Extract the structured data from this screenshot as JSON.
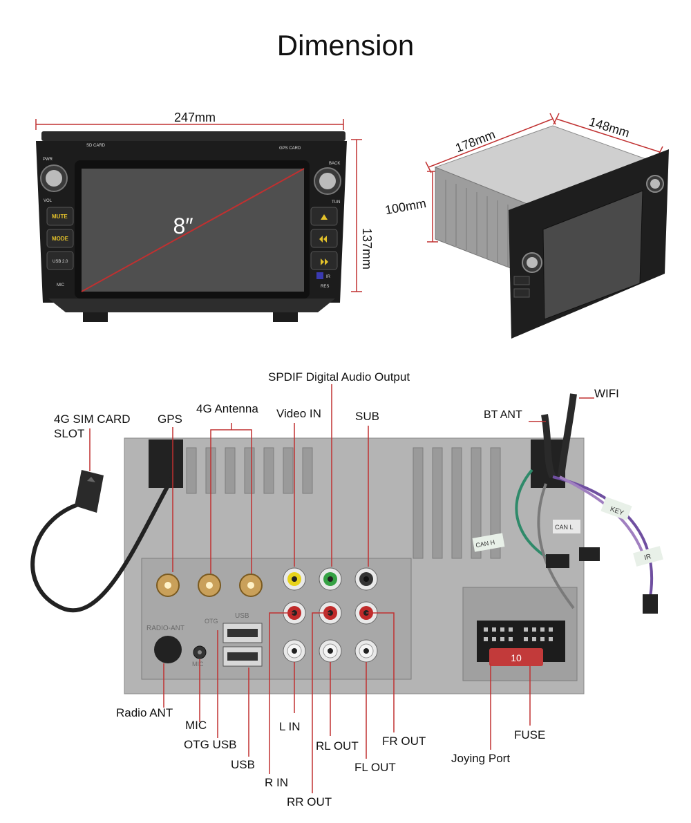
{
  "title": "Dimension",
  "front_view": {
    "width_label": "247mm",
    "height_label": "137mm",
    "screen_size": "8″",
    "panel_text": {
      "sd_card": "SD CARD",
      "gps_card": "GPS CARD",
      "pwr": "PWR",
      "back": "BACK",
      "vol": "VOL",
      "tun": "TUN",
      "mute": "MUTE",
      "mode": "MODE",
      "usb": "USB 2.0",
      "mic": "MIC",
      "ir": "IR",
      "res": "RES"
    }
  },
  "side_view": {
    "depth_label": "178mm",
    "width_label": "148mm",
    "height_label": "100mm"
  },
  "rear_view": {
    "labels": {
      "spdif": "SPDIF Digital Audio Output",
      "wifi": "WIFI",
      "bt_ant": "BT ANT",
      "sim_slot_line1": "4G SIM CARD",
      "sim_slot_line2": "SLOT",
      "gps": "GPS",
      "antenna_4g": "4G Antenna",
      "video_in": "Video IN",
      "sub": "SUB",
      "radio_ant": "Radio ANT",
      "mic": "MIC",
      "otg_usb": "OTG USB",
      "usb": "USB",
      "r_in": "R IN",
      "rr_out": "RR OUT",
      "l_in": "L IN",
      "rl_out": "RL OUT",
      "fl_out": "FL OUT",
      "fr_out": "FR OUT",
      "joying_port": "Joying Port",
      "fuse": "FUSE"
    },
    "cable_tags": {
      "key": "KEY",
      "can_l": "CAN L",
      "can_h": "CAN H",
      "ir": "IR"
    },
    "fuse_value": "10",
    "panel_text": {
      "radio_ant": "RADIO-ANT",
      "otg": "OTG",
      "usb": "USB",
      "mic": "MIC"
    }
  }
}
